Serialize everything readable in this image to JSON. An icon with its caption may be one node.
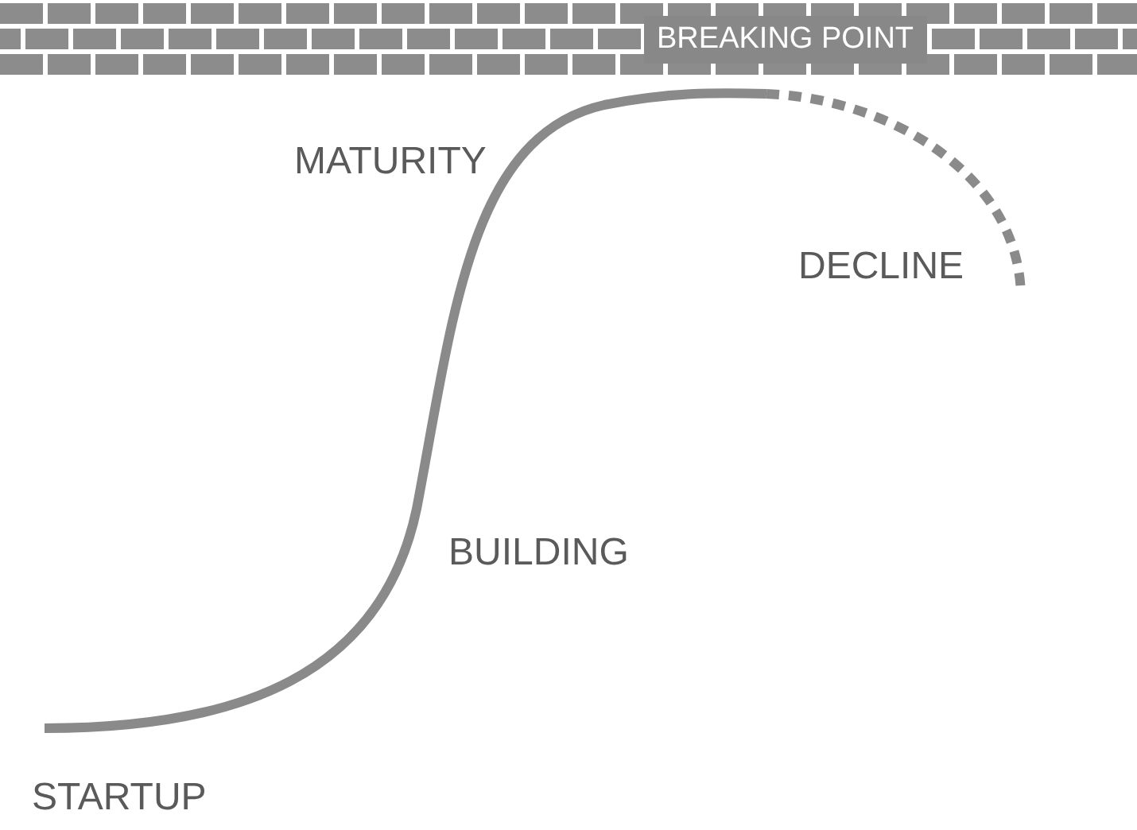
{
  "diagram": {
    "nodes": [
      {
        "text": [
          "BREAKING POINT"
        ]
      }
    ],
    "labels": [
      "MATURITY",
      "DECLINE",
      "BUILDING",
      "STARTUP"
    ]
  }
}
